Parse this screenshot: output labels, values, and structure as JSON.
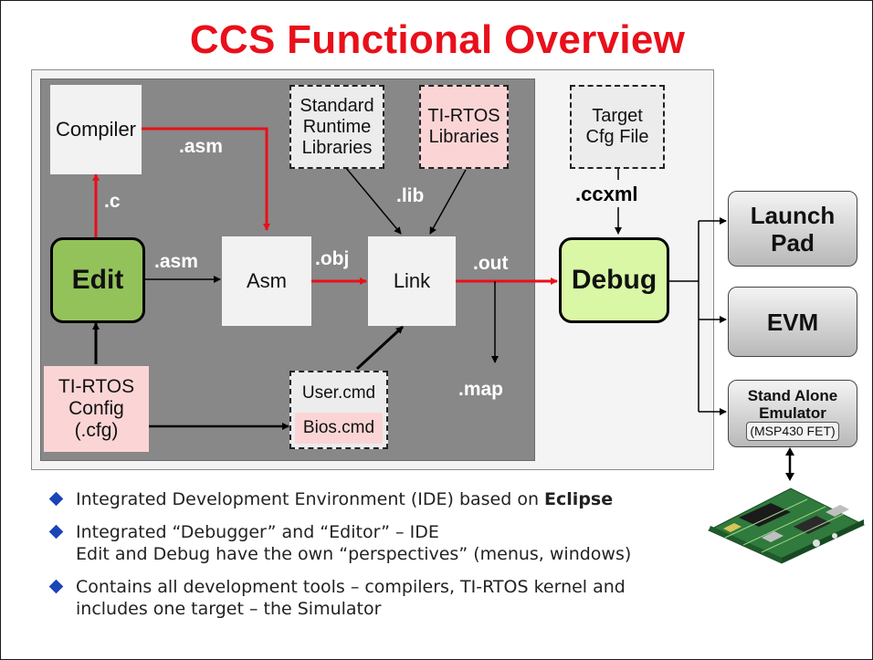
{
  "title": "CCS Functional Overview",
  "nodes": {
    "compiler": "Compiler",
    "std_lib_1": "Standard",
    "std_lib_2": "Runtime",
    "std_lib_3": "Libraries",
    "tirtos_lib_1": "TI-RTOS",
    "tirtos_lib_2": "Libraries",
    "target_cfg_1": "Target",
    "target_cfg_2": "Cfg File",
    "edit": "Edit",
    "asm": "Asm",
    "link": "Link",
    "debug": "Debug",
    "tirtos_cfg_1": "TI-RTOS",
    "tirtos_cfg_2": "Config",
    "tirtos_cfg_3": "(.cfg)",
    "user_cmd": "User.cmd",
    "bios_cmd": "Bios.cmd"
  },
  "edge_labels": {
    "asm_top": ".asm",
    "c": ".c",
    "asm_mid": ".asm",
    "obj": ".obj",
    "lib": ".lib",
    "out": ".out",
    "map": ".map",
    "ccxml": ".ccxml"
  },
  "targets": {
    "launchpad_1": "Launch",
    "launchpad_2": "Pad",
    "evm": "EVM",
    "emulator_1": "Stand Alone",
    "emulator_2": "Emulator",
    "emulator_3": "(MSP430 FET)"
  },
  "bullets": {
    "b1_text": "Integrated Development Environment (IDE) based on ",
    "b1_bold": "Eclipse",
    "b2_line1": "Integrated “Debugger” and “Editor” – IDE",
    "b2_line2": "Edit and Debug have the own “perspectives” (menus, windows)",
    "b3_line1": "Contains all development tools – compilers, TI-RTOS kernel and",
    "b3_line2": "includes one target – the Simulator"
  },
  "colors": {
    "title": "#e8101a",
    "red_arrow": "#e8101a",
    "edit_green": "#94c25a",
    "debug_green": "#d9f7a4",
    "pink": "#fbd5d5",
    "bullet_blue": "#1a44b8"
  }
}
